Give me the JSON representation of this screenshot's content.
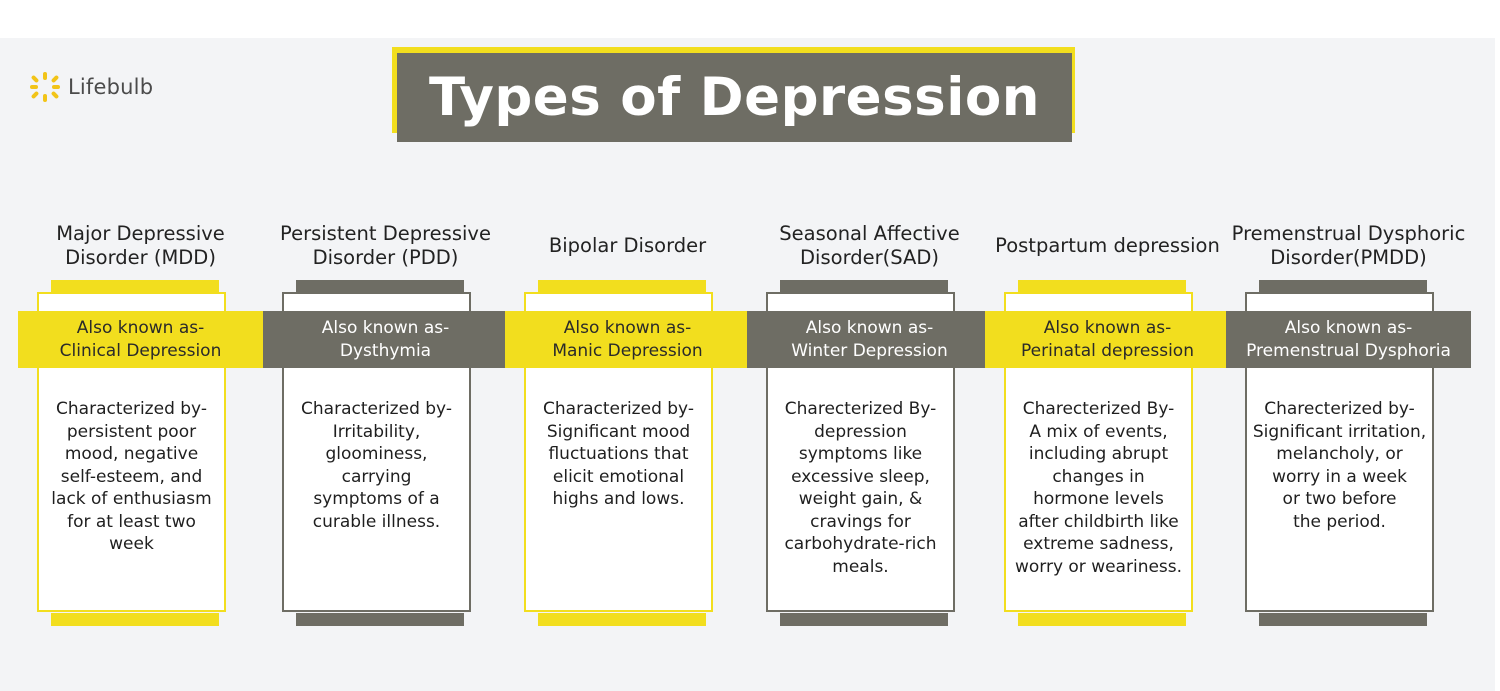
{
  "brand": {
    "logo_text": "Lifebulb",
    "logo_icon": "lightbulb-rays-icon",
    "accent_color": "#f2de1e"
  },
  "title": "Types of Depression",
  "colors": {
    "yellow": "#f2de1e",
    "gray": "#6e6d64"
  },
  "types": [
    {
      "name": "Major Depressive Disorder (MDD)",
      "aka_label": "Also known as-",
      "aka": "Clinical Depression",
      "desc_lines": [
        "Characterized by-",
        "persistent poor",
        "mood, negative",
        "self-esteem, and",
        "lack of enthusiasm",
        "for at least two",
        "week"
      ]
    },
    {
      "name": "Persistent Depressive Disorder (PDD)",
      "aka_label": "Also known as-",
      "aka": "Dysthymia",
      "desc_lines": [
        "Characterized by-",
        "Irritability,",
        "gloominess,",
        "carrying",
        "symptoms of a",
        "curable illness."
      ]
    },
    {
      "name": "Bipolar Disorder",
      "aka_label": "Also known as-",
      "aka": "Manic Depression",
      "desc_lines": [
        "Characterized by-",
        "Significant mood",
        "fluctuations that",
        "elicit emotional",
        "highs and lows."
      ]
    },
    {
      "name": "Seasonal Affective Disorder(SAD)",
      "aka_label": "Also known as-",
      "aka": "Winter Depression",
      "desc_lines": [
        "Charecterized By-",
        "depression",
        "symptoms like",
        "excessive sleep,",
        "weight gain, &",
        "cravings for",
        "carbohydrate-rich",
        "meals."
      ]
    },
    {
      "name": "Postpartum depression",
      "aka_label": "Also known as-",
      "aka": "Perinatal depression",
      "desc_lines": [
        "Charecterized By-",
        "A mix of events,",
        "including abrupt",
        "changes in",
        "hormone levels",
        "after childbirth like",
        "extreme sadness,",
        "worry or weariness."
      ]
    },
    {
      "name": "Premenstrual Dysphoric Disorder(PMDD)",
      "aka_label": "Also known as-",
      "aka": "Premenstrual Dysphoria",
      "desc_lines": [
        "Charecterized by-",
        "Significant irritation,",
        "melancholy, or",
        "worry in a week",
        "or two before",
        "the period."
      ]
    }
  ]
}
